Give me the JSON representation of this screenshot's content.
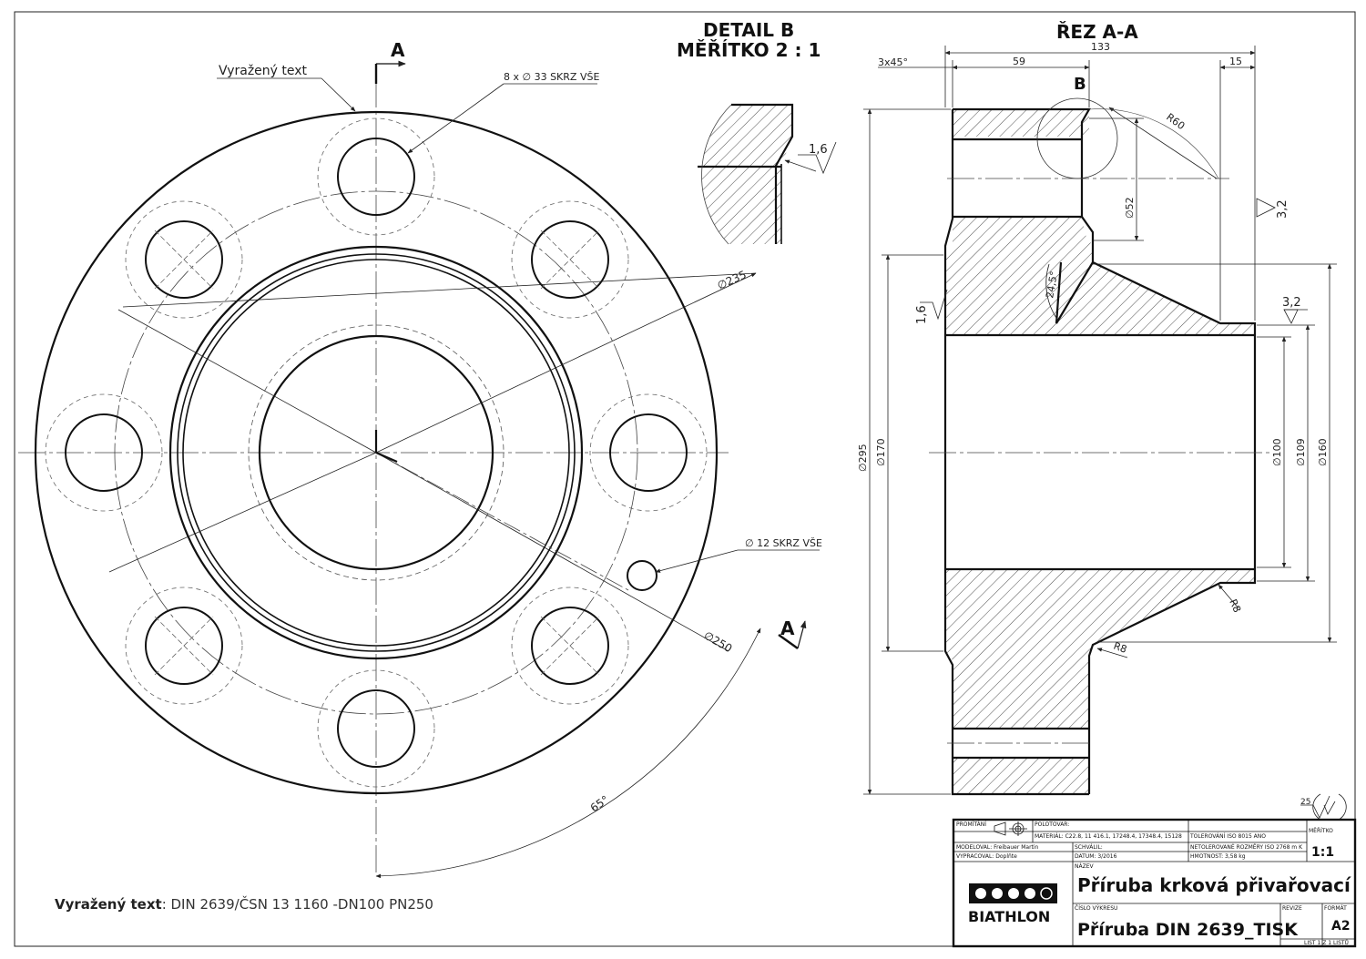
{
  "detail_b": {
    "title": "DETAIL B",
    "scale": "MĚŘÍTKO 2 : 1",
    "roughness": "1,6"
  },
  "section": {
    "title": "ŘEZ A-A"
  },
  "front_view": {
    "section_mark_top": "A",
    "section_mark_bottom": "A",
    "embossed_label": "Vyražený text",
    "holes_note": "8 x ∅ 33 SKRZ VŠE",
    "small_hole_note": "∅ 12 SKRZ VŠE",
    "dia_235": "∅235",
    "dia_250": "∅250",
    "angle_65": "65°"
  },
  "section_dims": {
    "chamfer": "3x45°",
    "len_133": "133",
    "len_59": "59",
    "len_15": "15",
    "detail_ref": "B",
    "r60": "R60",
    "d52": "∅52",
    "angle_245": "24,5°",
    "rough_16": "1,6",
    "rough_32a": "3,2",
    "rough_32b": "3,2",
    "d295": "∅295",
    "d170": "∅170",
    "d100": "∅100",
    "d109": "∅109",
    "d160": "∅160",
    "r8a": "R8",
    "r8b": "R8"
  },
  "general_roughness": "25",
  "footer_note": {
    "label": "Vyražený text",
    "value": ": DIN 2639/ČSN 13 1160 -DN100 PN250"
  },
  "title_block": {
    "promitani": "PROMÍTÁNÍ",
    "polotovar": "POLOTOVAR:",
    "material": "MATERIÁL: C22.8, 11 416.1, 17248.4, 17348.4, 15128",
    "tolerovani": "TOLEROVÁNÍ   ISO 8015   ANO",
    "netolerovane": "NETOLEROVANÉ ROZMĚRY ISO 2768 m K",
    "meritko_label": "MĚŘÍTKO",
    "meritko_value": "1:1",
    "modeloval": "MODELOVAL:  Freibauer Martin",
    "schvalil": "SCHVÁLIL:",
    "vypracoval": "VYPRACOVAL:  Doplňte",
    "datum": "DATUM:   3/2016",
    "hmotnost": "HMOTNOST:   3,58 kg",
    "nazev_label": "NÁZEV",
    "nazev": "Příruba krková přivařovací",
    "cislo_label": "ČÍSLO VÝKRESU",
    "cislo": "Příruba DIN 2639_TISK",
    "revize_label": "REVIZE",
    "format_label": "FORMÁT",
    "format_value": "A2",
    "list": "LIST  1  Z  1  LISTŮ",
    "logo": "BIATHLON"
  }
}
